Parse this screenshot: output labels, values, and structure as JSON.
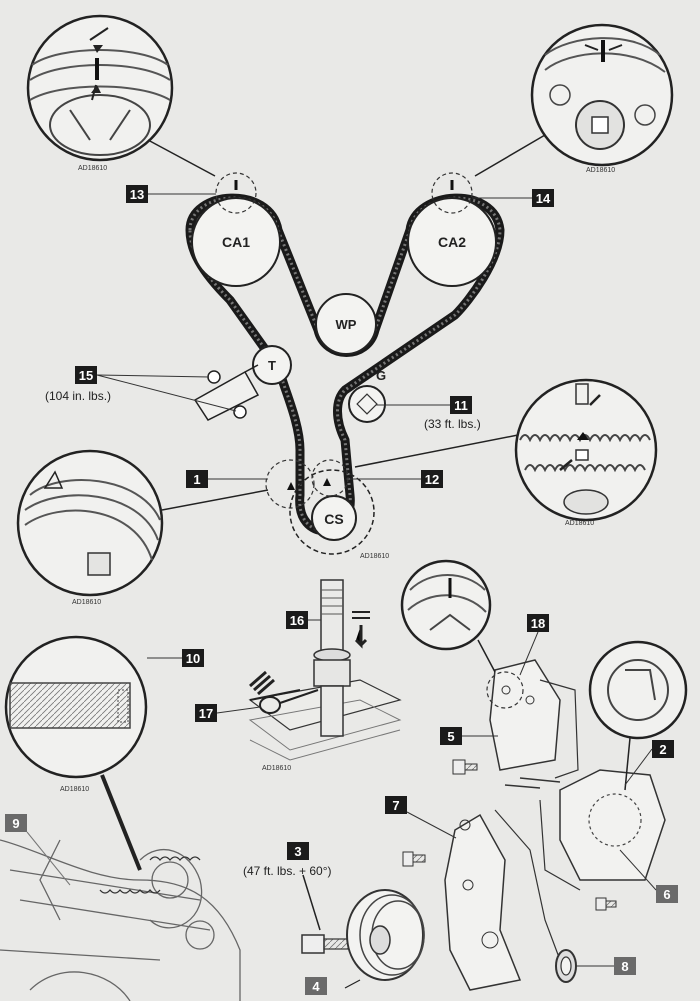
{
  "pulleys": {
    "ca1": "CA1",
    "ca2": "CA2",
    "wp": "WP",
    "t": "T",
    "g": "G",
    "cs": "CS"
  },
  "callouts": {
    "c1": "1",
    "c2": "2",
    "c3": "3",
    "c4": "4",
    "c5": "5",
    "c6": "6",
    "c7": "7",
    "c8": "8",
    "c9": "9",
    "c10": "10",
    "c11": "11",
    "c12": "12",
    "c13": "13",
    "c14": "14",
    "c15": "15",
    "c16": "16",
    "c17": "17",
    "c18": "18"
  },
  "torques": {
    "t15": "(104 in. lbs.)",
    "t11": "(33 ft. lbs.)",
    "t3": "(47 ft. lbs. + 60°)"
  },
  "figure_codes": {
    "tl": "AD18610",
    "tr": "AD18610",
    "main": "AD18610",
    "mr": "AD18610",
    "ml": "AD18610",
    "tool": "AD18610",
    "lower": "AD18610"
  }
}
